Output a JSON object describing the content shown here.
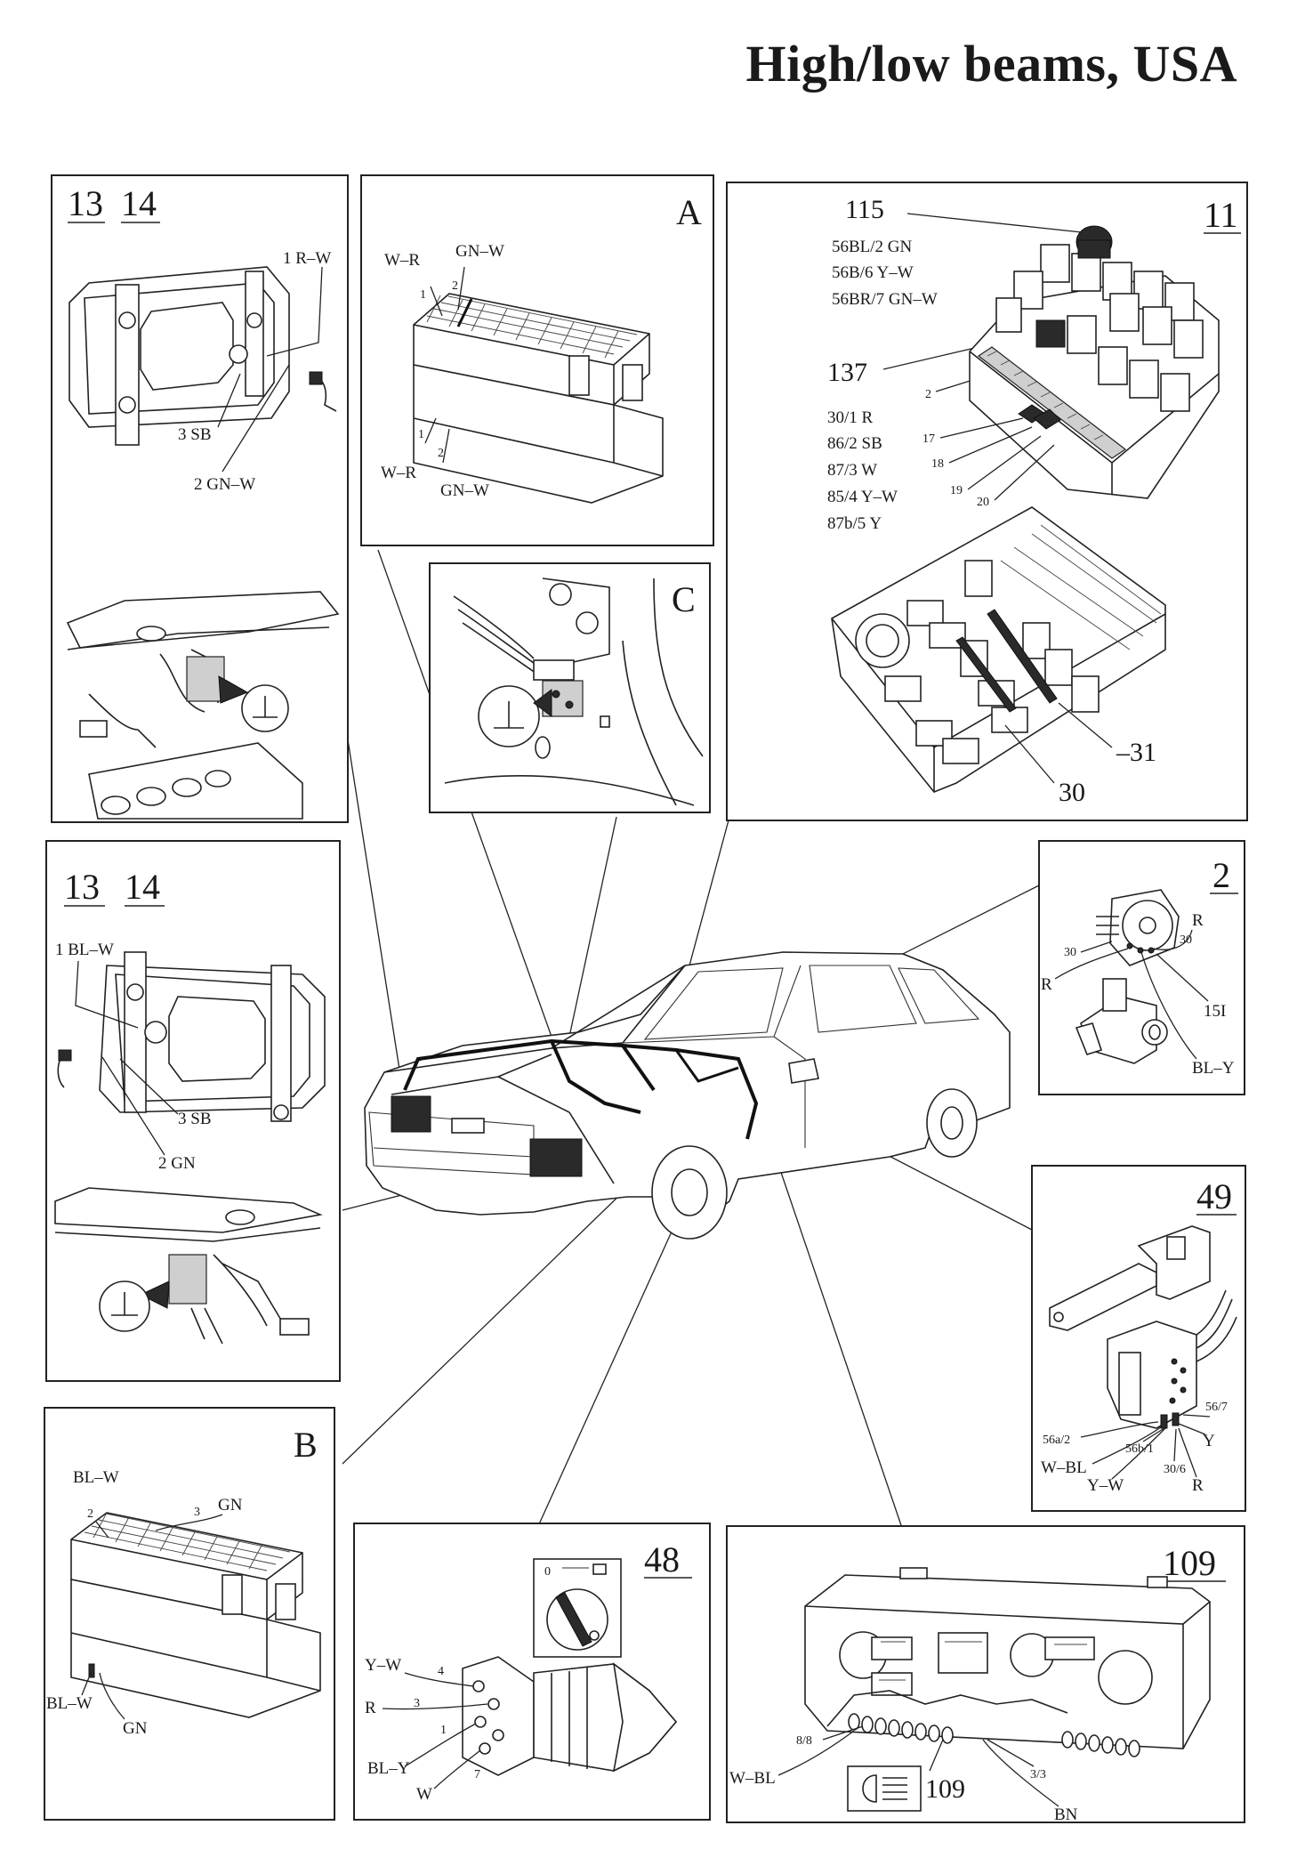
{
  "title": "High/low beams, USA",
  "panels": {
    "headlight_left": {
      "ids": [
        "13",
        "14"
      ],
      "wires": {
        "w1": "1 R–W",
        "w3": "3 SB",
        "w2": "2 GN–W"
      },
      "ground_icon": "ground-symbol-icon"
    },
    "connector_a": {
      "id": "A",
      "top": {
        "left_wire": "W–R",
        "right_wire": "GN–W",
        "pin1": "1",
        "pin2": "2"
      },
      "bottom": {
        "left_wire": "W–R",
        "right_wire": "GN–W",
        "pin1": "1",
        "pin2": "2"
      }
    },
    "ground_c": {
      "id": "C",
      "ground_icon": "ground-symbol-icon"
    },
    "relay_box": {
      "id": "11",
      "relay_115": {
        "num": "115",
        "pins": [
          "56BL/2 GN",
          "56B/6 Y–W",
          "56BR/7 GN–W"
        ]
      },
      "relay_137": {
        "num": "137",
        "pin_marker": "2",
        "pins": [
          "30/1 R",
          "86/2 SB",
          "87/3 W",
          "85/4 Y–W",
          "87b/5 Y"
        ]
      },
      "fuse_labels": [
        "17",
        "18",
        "19",
        "20"
      ],
      "fuse_range_a": "–31",
      "fuse_range_b": "30"
    },
    "headlight_right": {
      "ids": [
        "13",
        "14"
      ],
      "wires": {
        "w1": "1 BL–W",
        "w3": "3 SB",
        "w2": "2 GN"
      },
      "ground_icon": "ground-symbol-icon"
    },
    "ignition_switch": {
      "id": "2",
      "labels": {
        "r_right": "R",
        "n30_right": "30",
        "n30_left": "30",
        "r_left": "R",
        "n15i": "15I",
        "bly": "BL–Y"
      }
    },
    "dimmer_switch": {
      "id": "49",
      "labels": {
        "p56_7": "56/7",
        "p56a_2": "56a/2",
        "p56b_1": "56b/1",
        "y": "Y",
        "wbl": "W–BL",
        "p30_6": "30/6",
        "yw": "Y–W",
        "r": "R"
      }
    },
    "connector_b": {
      "id": "B",
      "labels": {
        "blw_top": "BL–W",
        "pin2": "2",
        "pin3": "3",
        "gn_top": "GN",
        "blw_bottom": "BL–W",
        "gn_bottom": "GN"
      }
    },
    "light_switch": {
      "id": "48",
      "dial_marks": [
        "0"
      ],
      "labels": {
        "yw": "Y–W",
        "pin4": "4",
        "r": "R",
        "pin3": "3",
        "pin1": "1",
        "bly": "BL–Y",
        "pin7": "7",
        "w": "W"
      }
    },
    "instrument_cluster": {
      "id": "109",
      "indicator_num": "109",
      "labels": {
        "p8_8": "8/8",
        "wbl": "W–BL",
        "p3_3": "3/3",
        "bn": "BN"
      }
    }
  }
}
